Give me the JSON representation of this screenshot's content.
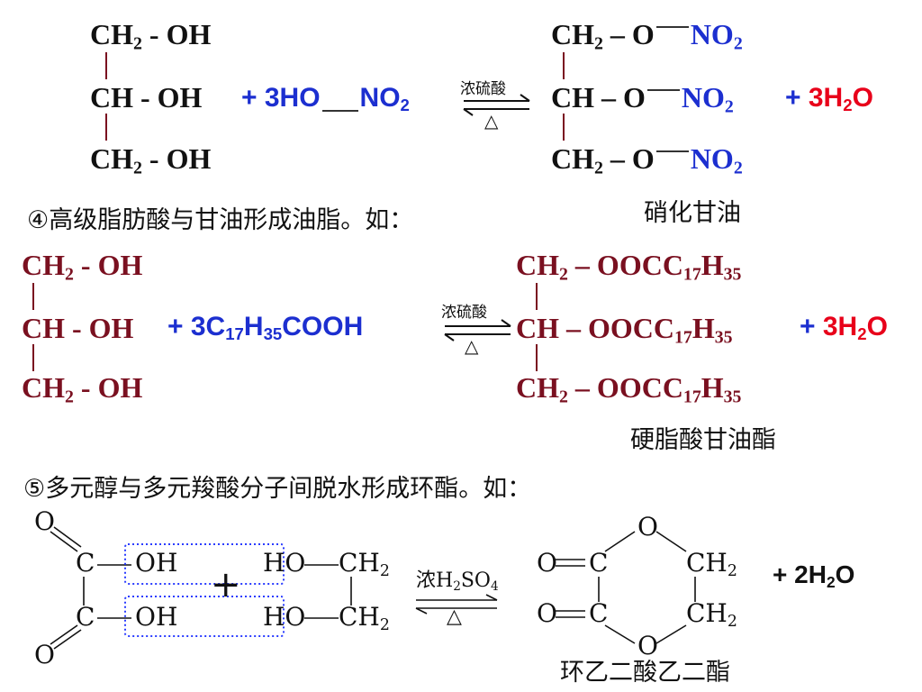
{
  "reaction1": {
    "left": {
      "r1": "CH",
      "r1sub": "2",
      "r1tail": " - OH",
      "r2": "CH - OH",
      "r3": "CH",
      "r3sub": "2",
      "r3tail": " - OH"
    },
    "reagent": {
      "plus": "+ ",
      "coef": "3HO",
      "group": "NO",
      "groupsub": "2"
    },
    "condition_top": "浓硫酸",
    "condition_bottom": "△",
    "right": {
      "r1": "CH",
      "r1sub": "2",
      "r1mid": " – O",
      "r2": "CH – O",
      "r3": "CH",
      "r3sub": "2",
      "r3mid": " – O",
      "group": "NO",
      "groupsub": "2"
    },
    "byproduct": {
      "plus": "+ ",
      "coef": "3H",
      "sub": "2",
      "tail": "O"
    },
    "product_name": "硝化甘油"
  },
  "point4": {
    "text": "④高级脂肪酸与甘油形成油脂。如："
  },
  "reaction2": {
    "left": {
      "r1": "CH",
      "r1sub": "2",
      "r1tail": " - OH",
      "r2": "CH - OH",
      "r3": "CH",
      "r3sub": "2",
      "r3tail": " - OH"
    },
    "reagent": {
      "plus": "+ ",
      "a": "3C",
      "asub": "17",
      "b": "H",
      "bsub": "35",
      "c": "COOH"
    },
    "condition_top": "浓硫酸",
    "condition_bottom": "△",
    "right": {
      "r1a": "CH",
      "r1sub": "2",
      "r1b": " – O",
      "r2a": "CH – O",
      "r3a": "CH",
      "r3sub": "2",
      "r3b": " – O",
      "acyl": "OCC",
      "acylsub": "17",
      "acylh": "H",
      "acylhsub": "35"
    },
    "byproduct": {
      "plus": "+ ",
      "coef": "3H",
      "sub": "2",
      "tail": "O"
    },
    "product_name": "硬脂酸甘油酯"
  },
  "point5": {
    "text": "⑤多元醇与多元羧酸分子间脱水形成环酯。如："
  },
  "reaction3": {
    "acid": {
      "o_top": "O",
      "c_top": "C",
      "oh_top": "OH",
      "c_bot": "C",
      "oh_bot": "OH",
      "o_bot": "O"
    },
    "plus": "+",
    "glycol": {
      "ho_top": "HO",
      "ch2_top": "CH",
      "ch2_top_sub": "2",
      "ho_bot": "HO",
      "ch2_bot": "CH",
      "ch2_bot_sub": "2"
    },
    "condition": {
      "a": "浓H",
      "asub": "2",
      "b": "SO",
      "bsub": "4"
    },
    "condition_bottom": "△",
    "ring": {
      "o_top": "O",
      "o_left_top": "O",
      "c_top": "C",
      "ch2_top": "CH",
      "ch2_top_sub": "2",
      "o_left_bot": "O",
      "c_bot": "C",
      "ch2_bot": "CH",
      "ch2_bot_sub": "2",
      "o_bot": "O"
    },
    "byproduct": {
      "plus": "+ ",
      "coef": "2H",
      "sub": "2",
      "tail": "O"
    },
    "product_name": "环乙二酸乙二酯"
  },
  "colors": {
    "brown": "#7a1020",
    "blue": "#1c2fd0",
    "red": "#e8001a",
    "black": "#111111",
    "box": "#2a3cff"
  }
}
